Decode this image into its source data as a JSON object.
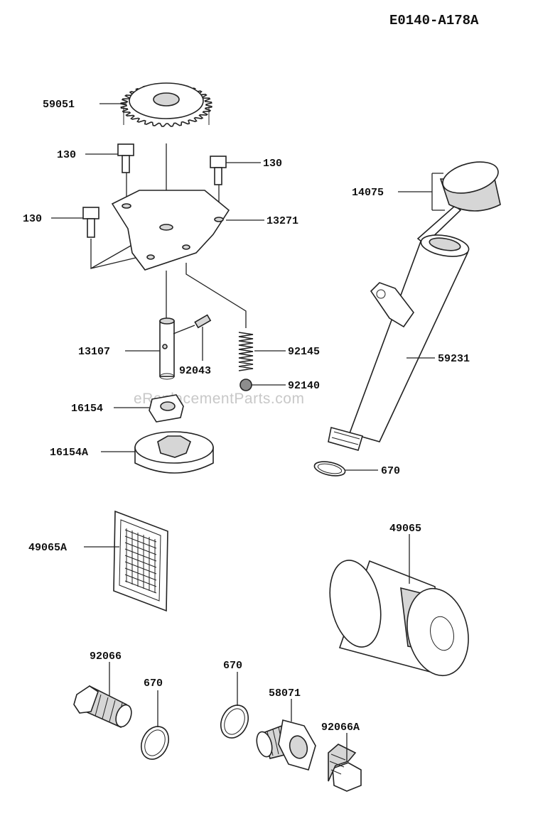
{
  "diagram": {
    "code": "E0140-A178A",
    "watermark": "eReplacementParts.com",
    "labels": {
      "gear": "59051",
      "bolt_left_top": "130",
      "bolt_right_top": "130",
      "bolt_left_mid": "130",
      "plate": "13271",
      "cap": "14075",
      "shaft": "13107",
      "pin": "92043",
      "spring": "92145",
      "ball": "92140",
      "tube": "59231",
      "rotor_inner": "16154",
      "rotor_outer": "16154A",
      "oring_tube": "670",
      "screen": "49065A",
      "filter": "49065",
      "plug_left": "92066",
      "oring_left": "670",
      "oring_mid": "670",
      "fitting": "58071",
      "plug_right": "92066A"
    }
  }
}
